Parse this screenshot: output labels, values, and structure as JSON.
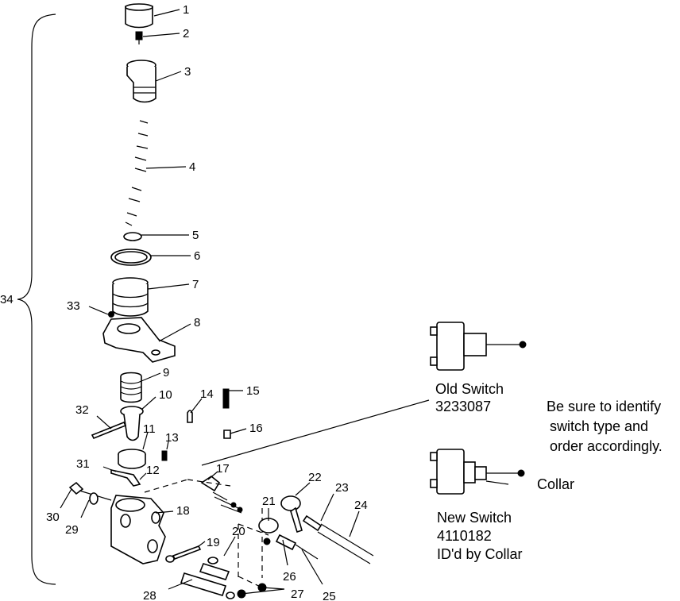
{
  "labels": {
    "p1": "1",
    "p2": "2",
    "p3": "3",
    "p4": "4",
    "p5": "5",
    "p6": "6",
    "p7": "7",
    "p8": "8",
    "p9": "9",
    "p10": "10",
    "p11": "11",
    "p12": "12",
    "p13": "13",
    "p14": "14",
    "p15": "15",
    "p16": "16",
    "p17": "17",
    "p18": "18",
    "p19": "19",
    "p20": "20",
    "p21": "21",
    "p22": "22",
    "p23": "23",
    "p24": "24",
    "p25": "25",
    "p26": "26",
    "p27": "27",
    "p28": "28",
    "p29": "29",
    "p30": "30",
    "p31": "31",
    "p32": "32",
    "p33": "33",
    "p34": "34"
  },
  "old_switch": {
    "title": "Old Switch",
    "part_number": "3233087"
  },
  "new_switch": {
    "title": "New Switch",
    "part_number": "4110182",
    "note": "ID'd by Collar",
    "collar_label": "Collar"
  },
  "instruction": {
    "line1": "Be sure to identify",
    "line2": "switch type and",
    "line3": "order accordingly."
  }
}
